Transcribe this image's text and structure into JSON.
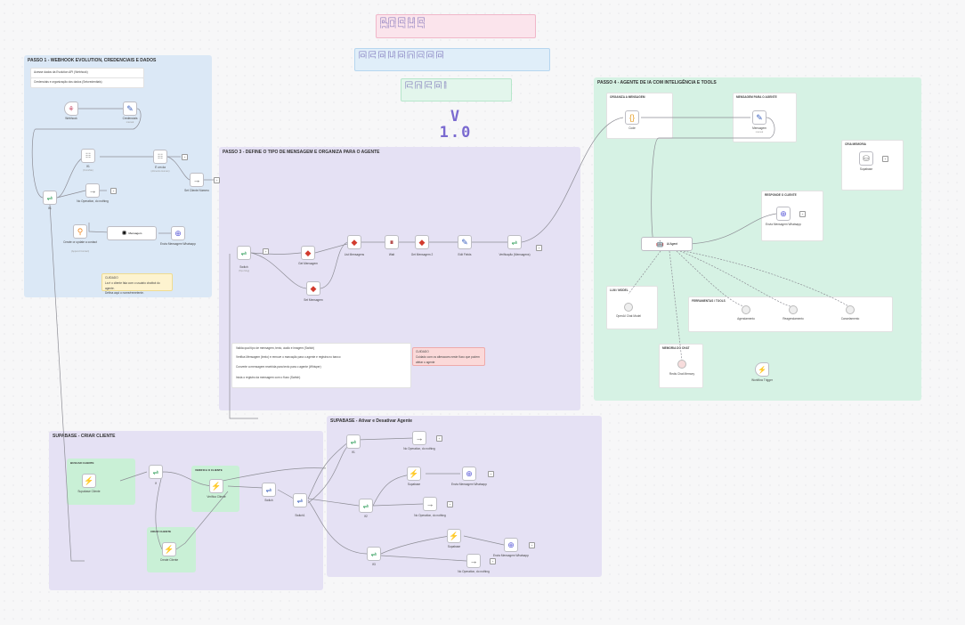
{
  "banner": {
    "line1": "┏━━┓ ┏━━━┓ ┏━━━┓ ┏┓ ┏┓ ┏━━━┓\n┃┏┓┃ ┃┏━┓┃ ┃┏━┓┃ ┃┃ ┃┃ ┃┏━┓┃\n┃┗┛┗┓┃┃ ┃┃ ┃┗━━┓ ┃┗━┛┃ ┃┗━━┓\n┃┏━┓┃┃┗━┛┃ ┗━━┓┃ ┃┏━┓┃ ┗━━┓┃",
    "line2": "┏━━━┓ ┏━━━┓ ┏━━━┓ ┏┓ ┏┓ ┏━━━┓ ┏━━━┓ ┏━━━┓ ┏━━━┓ ┏━━━┓\n┃┏━┓┃ ┃┏━━┛ ┃┏━┓┃ ┃┃ ┃┃ ┃┏━┓┃ ┃┏━┓┃ ┃┏━┓┃ ┃┏━┓┃ ┃┏━┓┃\n┃┗━┛┃ ┃┗━━┓ ┃┗━┛┃ ┃┗━┛┃ ┃┗━┛┃ ┃┃ ┃┃ ┃┗━━┓ ┃┗━┛┃ ┃┗━┛┃",
    "line3": "┏━━━┓ ┏━━━┓ ┏━━━┓ ┏━━━┓ ┏┓\n┃┏━━┛ ┃┏━┓┃ ┃┏━━┛ ┃┏━┓┃ ┃┃\n┃┗━━┓ ┃┃ ┃┃ ┃┗━━┓ ┃┗━┛┃ ┃┃",
    "version": "V 1.0"
  },
  "sections": {
    "s1": "PASSO 1 - WEBHOOK EVOLUTION, CREDENCIAIS E DADOS",
    "s3": "PASSO 3 - DEFINE O TIPO DE MENSAGEM E ORGANIZA PARA O AGENTE",
    "s4": "PASSO 4 - AGENTE DE IA COM INTELIGÊNCIA E TOOLS",
    "sb1": "SUPABASE - CRIAR CLIENTE",
    "sb2": "SUPABASE - Ativar e Desativar Agente"
  },
  "notes": {
    "n1a": "Acesse dados da Evolution API (Webhook)",
    "n1b": "Credenciais e organização dos dados (Setcredentials)",
    "warn1": "CUIDADO\nLa é o cliente fala com o usuário chatbot do agente.\nDefina aqui o nome/remetente.",
    "s3a": "Valida qual tipo de mensagem, texto, áudio e imagem (Switch)",
    "s3b": "Verifica Mensagem (texto) e remove o marcação para o agente e registra no banco",
    "s3c": "Converte a mensagem recebida para texto para o agente (Whisper)",
    "s3d": "Inicia o registro da mensagem com o fluxo (Switch)",
    "warn3": "CUIDADO\nCuidado com os alteracoes neste fluxo que podem afetar o agente"
  },
  "nodes": {
    "webhook": "Webhook",
    "setcred": "Credenciais",
    "setcred_sub": "manual",
    "if_a": "If1",
    "if_a_sub": "(FromMe)",
    "if_b": "É um da",
    "if_b_sub": "(Alimento Human)",
    "noop1": "No Operation, do nothing",
    "if_c": "If1",
    "noop2": "Set Cliente Número",
    "create_update": "Create or update a contact",
    "create_update_sub": "(Append Contact)",
    "send_msg": "Mensagem",
    "send_msg_sub": "Agente HTTP",
    "http1": "Envia Mensagem Whatsapp/Direct",
    "noop3": "Sem Cliente (agendamento)",
    "switch": "Switch",
    "switch_sub": "(Tipo Msg)",
    "redis1": "Get Mensagem",
    "redis2": "Set Mensagem",
    "redis3": "List Mensagens",
    "wait": "Wait",
    "redis4": "Get Mensagem 2",
    "edit": "Edit Fields",
    "switch2": "Verificação (Mensagens)",
    "code": "Code",
    "set_msg": "Mensagem",
    "set_msg_sub": "manual",
    "agent": "AI Agent",
    "http2": "Envia Mensagem Whatsapp/Direct",
    "model": "OpenAI Chat Model",
    "memory": "Redis Chat Memory",
    "tool1": "Agendamento",
    "tool2": "Reagendamento",
    "tool3": "Cancelamento",
    "tool4": "Supabase",
    "trigger": "Workflow Trigger",
    "sb_node1": "Supabase Cliente",
    "sb_if": "If",
    "sb_node2": "Verifica Cliente",
    "sb_node3": "Create Cliente",
    "sb_switch": "Switch",
    "sb_switch2": "Switch1",
    "sb2_if1": "If1",
    "sb2_noop1": "No Operation, do nothing",
    "sb2_node1": "Supabase",
    "sb2_http1": "Envia Mensagem Whatsapp/Direct",
    "sb2_if2": "If2",
    "sb2_noop2": "No Operation, do nothing",
    "sb2_if3": "If3",
    "sb2_node2": "Supabase",
    "sb2_http2": "Envia Mensagem Whatsapp/Direct",
    "sb2_noop3": "No Operation, do nothing"
  },
  "boxes": {
    "agent_box": "ORGANIZA A MENSAGEM",
    "memory_box": "MENSAGEM PARA O AGENTE",
    "http_box": "RESPONDE O CLIENTE",
    "tools_box": "FERRAMENTAS / TOOLS",
    "model_box": "LLM / MODEL",
    "mem2_box": "MEMORIA DO CHAT",
    "sup_box": "CRIA MEMORIA",
    "green1": "BUSCAR CLIENTE",
    "green2": "VERIFICA O CLIENTE",
    "green3": "CRIAR CLIENTE"
  },
  "colors": {
    "blue_section": "#dbe8f6",
    "purple_section": "#e5e1f4",
    "green_section": "#d6f2e4"
  }
}
